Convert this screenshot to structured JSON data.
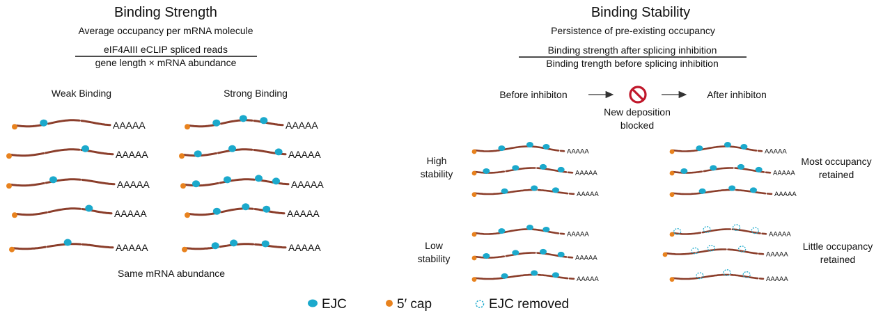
{
  "left": {
    "title": "Binding Strength",
    "subtitle": "Average occupancy per mRNA molecule",
    "fraction": {
      "numerator": "eIF4AIII eCLIP spliced reads",
      "denominator": "gene length × mRNA abundance"
    },
    "weak_label": "Weak Binding",
    "strong_label": "Strong Binding",
    "footer": "Same mRNA abundance",
    "polyA": "AAAAA"
  },
  "right": {
    "title": "Binding Stability",
    "subtitle": "Persistence of pre-existing occupancy",
    "fraction": {
      "numerator": "Binding strength after splicing inhibition",
      "denominator": "Binding trength before splicing inhibition"
    },
    "before_label": "Before inhibiton",
    "after_label": "After inhibiton",
    "blocked_lines": [
      "New deposition",
      "blocked"
    ],
    "high_lines": [
      "High",
      "stability"
    ],
    "low_lines": [
      "Low",
      "stability"
    ],
    "most_lines": [
      "Most occupancy",
      "retained"
    ],
    "little_lines": [
      "Little occupancy",
      "retained"
    ],
    "polyA": "AAAAA"
  },
  "legend": {
    "ejc": "EJC",
    "cap": "5′ cap",
    "removed": "EJC removed"
  },
  "colors": {
    "mrna": "#8b3e2b",
    "ejc": "#1ba9cc",
    "cap": "#e8821e",
    "blocked": "#c0182b",
    "arrow": "#333333"
  }
}
